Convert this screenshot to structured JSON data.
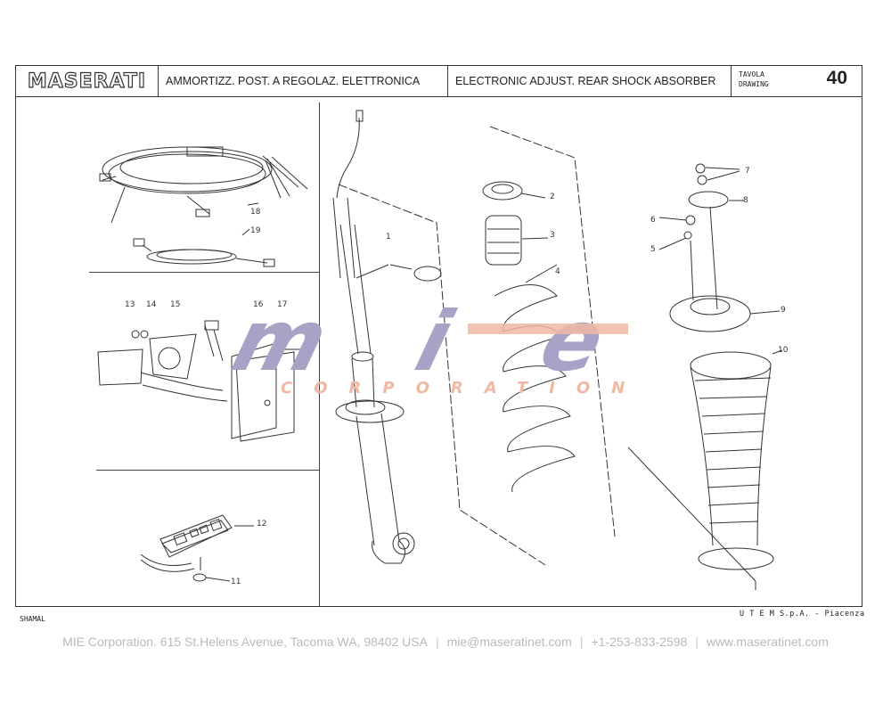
{
  "header": {
    "brand": "MASERATI",
    "title_it": "AMMORTIZZ. POST. A REGOLAZ. ELETTRONICA",
    "title_en": "ELECTRONIC ADJUST. REAR SHOCK ABSORBER",
    "tavola_label": "TAVOLA",
    "drawing_label": "DRAWING",
    "drawing_number": "40"
  },
  "callouts": {
    "c1": "1",
    "c2": "2",
    "c3": "3",
    "c4": "4",
    "c5": "5",
    "c6": "6",
    "c7": "7",
    "c8": "8",
    "c9": "9",
    "c10": "10",
    "c11": "11",
    "c12": "12",
    "c13": "13",
    "c14": "14",
    "c15": "15",
    "c16": "16",
    "c17": "17",
    "c18": "18",
    "c19": "19"
  },
  "watermark": {
    "text_main": "mie",
    "text_sub": "CORPORATION",
    "color_main": "#a9a2c6",
    "color_accent": "#f1b9a3"
  },
  "footer": {
    "model": "SHAMAL",
    "publisher": "U T E M  S.p.A. - Piacenza",
    "contact": {
      "company": "MIE Corporation. 615 St.Helens Avenue, Tacoma WA, 98402 USA",
      "email": "mie@maseratinet.com",
      "phone": "+1-253-833-2598",
      "website": "www.maseratinet.com",
      "separator": "|"
    }
  }
}
